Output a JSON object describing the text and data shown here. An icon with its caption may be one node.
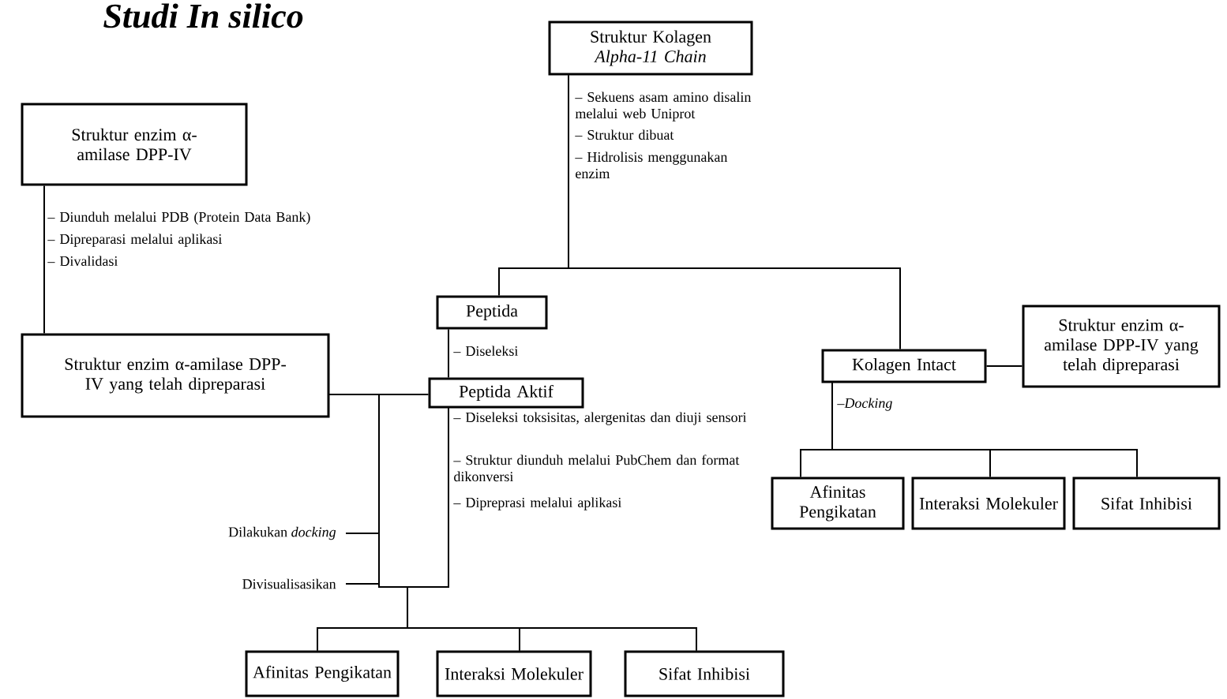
{
  "diagram": {
    "title": "Studi In silico",
    "nodes": [
      {
        "text": [
          "Struktur Kolagen *Alpha-11 Chain*"
        ]
      },
      {
        "text": [
          "Struktur enzim α-amilase DPP-IV"
        ]
      },
      {
        "text": [
          "Peptida"
        ]
      },
      {
        "text": [
          "Struktur enzim α-amilase DPP-IV yang telah dipreparasi"
        ]
      },
      {
        "text": [
          "Kolagen Intact"
        ]
      },
      {
        "text": [
          "Struktur enzim α-amilase DPP-IV yang telah dipreparasi"
        ]
      },
      {
        "text": [
          "Peptida Aktif"
        ]
      },
      {
        "text": [
          "Afinitas Pengikatan"
        ]
      },
      {
        "text": [
          "Interaksi Molekuler"
        ]
      },
      {
        "text": [
          "Sifat Inhibisi"
        ]
      },
      {
        "text": [
          "Afinitas Pengikatan"
        ]
      },
      {
        "text": [
          "Interaksi Molekuler"
        ]
      },
      {
        "text": [
          "Sifat Inhibisi"
        ]
      }
    ],
    "edges": [
      {
        "from": 0,
        "to": 2,
        "arrow": "none"
      },
      {
        "from": 0,
        "to": 4,
        "arrow": "none"
      },
      {
        "from": 1,
        "to": 3,
        "arrow": "none"
      },
      {
        "from": 2,
        "to": 6,
        "arrow": "none"
      },
      {
        "from": 5,
        "to": 4,
        "arrow": "none"
      },
      {
        "from": 4,
        "to": 7,
        "arrow": "none"
      },
      {
        "from": 4,
        "to": 8,
        "arrow": "none"
      },
      {
        "from": 4,
        "to": 9,
        "arrow": "none"
      },
      {
        "from": 3,
        "to": 6,
        "arrow": "none"
      },
      {
        "from": 3,
        "to": 10,
        "arrow": "none"
      },
      {
        "from": 3,
        "to": 11,
        "arrow": "none"
      },
      {
        "from": 3,
        "to": 12,
        "arrow": "none"
      },
      {
        "from": 6,
        "to": 10,
        "arrow": "none"
      },
      {
        "from": 6,
        "to": 11,
        "arrow": "none"
      },
      {
        "from": 6,
        "to": 12,
        "arrow": "none"
      }
    ],
    "labels": [
      "– Sekuens asam amino disalin melalui web Uniprot",
      "– Struktur dibuat",
      "– Hidrolisis menggunakan enzim",
      "– Diunduh melalui PDB (Protein Data Bank)",
      "– Dipreparasi melalui aplikasi",
      "– Divalidasi",
      "– Diseleksi",
      "– Diseleksi toksisitas, alergenitas dan diuji sensori",
      "– Struktur diunduh melalui PubChem dan format dikonversi",
      "– Dipreprasi melalui aplikasi",
      "–*Docking*",
      "Dilakukan *docking*",
      "Divisualisasikan"
    ]
  }
}
